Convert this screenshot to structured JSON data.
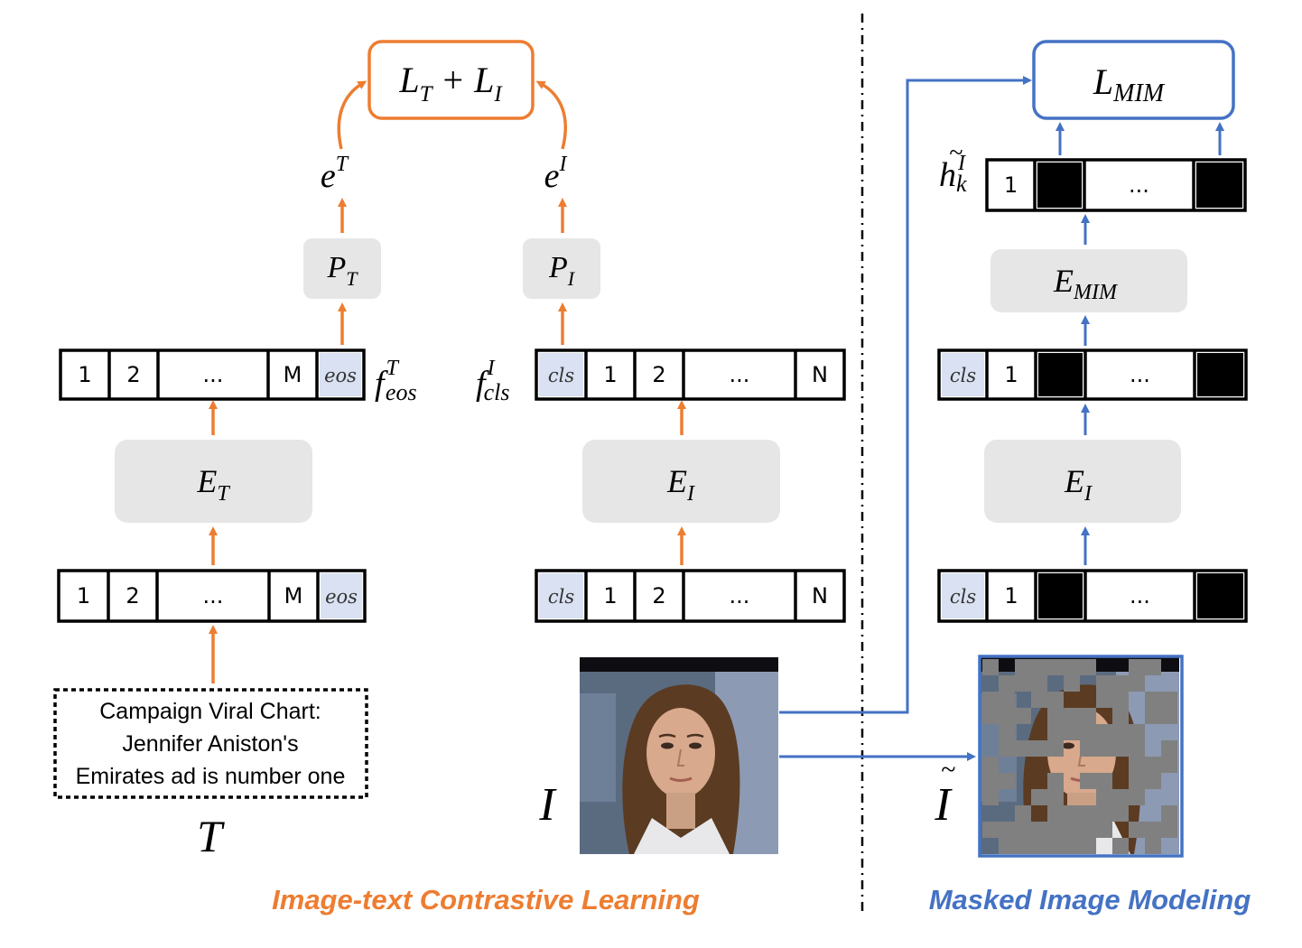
{
  "colors": {
    "orange": "#ED7D31",
    "blue": "#4472C4",
    "block_fill": "#E6E6E6",
    "special_token_fill": "#D9E1F2",
    "masked_patch": "#808080"
  },
  "left_section": {
    "title": "Image-text Contrastive Learning",
    "loss": {
      "base1": "L",
      "sub1": "T",
      "plus": "+",
      "base2": "L",
      "sub2": "I"
    },
    "text_embedding": {
      "base": "e",
      "sup": "T"
    },
    "image_embedding": {
      "base": "e",
      "sup": "I"
    },
    "text_projector": {
      "base": "P",
      "sub": "T"
    },
    "image_projector": {
      "base": "P",
      "sub": "I"
    },
    "text_encoder": {
      "base": "E",
      "sub": "T"
    },
    "image_encoder": {
      "base": "E",
      "sub": "I"
    },
    "text_feature_label": {
      "base": "f",
      "sup": "T",
      "sub": "eos"
    },
    "image_feature_label": {
      "base": "f",
      "sup": "I",
      "sub": "cls"
    },
    "text_tokens": [
      "1",
      "2",
      "...",
      "M",
      "eos"
    ],
    "image_tokens": [
      "cls",
      "1",
      "2",
      "...",
      "N"
    ],
    "caption_lines": [
      "Campaign Viral Chart:",
      "Jennifer Aniston's",
      "Emirates ad is number one"
    ],
    "text_symbol": "T",
    "image_symbol": "I"
  },
  "right_section": {
    "title": "Masked Image Modeling",
    "loss": {
      "base": "L",
      "sub": "MIM"
    },
    "mim_encoder": {
      "base": "E",
      "sub": "MIM"
    },
    "image_encoder": {
      "base": "E",
      "sub": "I"
    },
    "hidden_label": {
      "base": "h",
      "sup": "I",
      "sub": "k",
      "accent": "~"
    },
    "hidden_tokens": [
      "1",
      "...",
      ""
    ],
    "masked_tokens": [
      "cls",
      "1",
      "..."
    ],
    "masked_image_symbol": "I",
    "masked_image_accent": "~"
  },
  "images": {
    "photo": "portrait-photo",
    "masked_photo": "masked-portrait-photo"
  }
}
